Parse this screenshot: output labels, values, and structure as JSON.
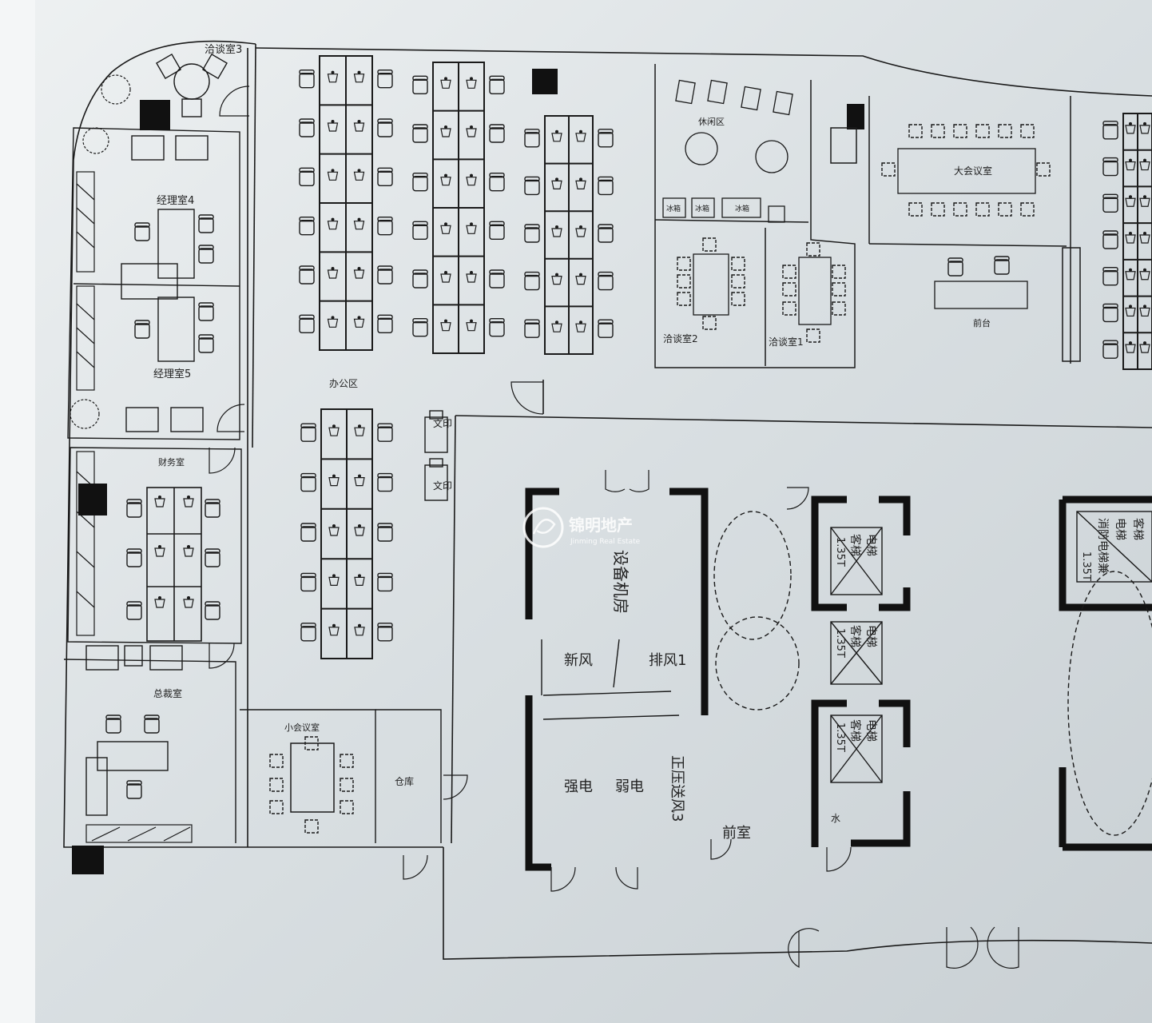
{
  "rooms": {
    "meeting3": "洽谈室3",
    "manager4": "经理室4",
    "manager5": "经理室5",
    "office": "办公区",
    "lounge": "休闲区",
    "meeting2": "洽谈室2",
    "meeting1": "洽谈室1",
    "big_meeting": "大会议室",
    "reception": "前台",
    "finance": "财务室",
    "ceo": "总裁室",
    "small_meeting": "小会议室",
    "storage": "仓库",
    "equipment": "设备机房",
    "fresh_air": "新风",
    "exhaust": "排风1",
    "weak_elec": "弱电",
    "strong_elec": "强电",
    "pressurize": "正压送风3",
    "anteroom": "前室",
    "water": "水"
  },
  "printer_label": "文印",
  "elevators": {
    "passenger": {
      "line1": "客梯",
      "line2": "电梯",
      "load": "1.35T"
    },
    "fire": {
      "line1": "消防电梯兼",
      "line2": "电梯",
      "line3": "客梯",
      "load": "1.35T"
    }
  },
  "pantry": [
    "冰箱",
    "冰箱",
    "冰箱"
  ],
  "watermark": {
    "name": "锦明地产",
    "english": "Jinming Real Estate"
  },
  "colors": {
    "paper": "#dfe4e7",
    "line": "#1a1a1a",
    "wall": "#111111"
  }
}
